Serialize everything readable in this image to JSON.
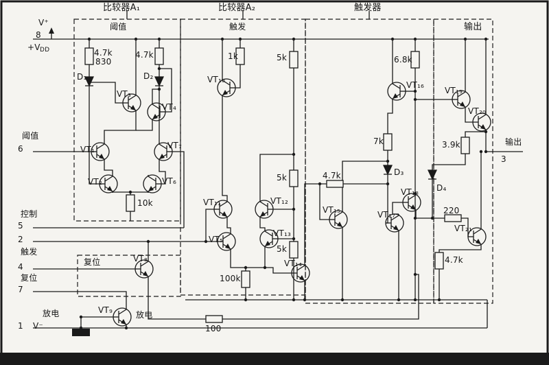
{
  "sections": {
    "a1_title": "比较器A₁",
    "a2_title": "比较器A₂",
    "ff_title": "触发器",
    "out_title": "输出",
    "a1_sub": "阈值",
    "a2_sub": "触发",
    "reset_sub": "复位"
  },
  "pins": {
    "vplus": "V⁺",
    "p8": "8",
    "vdd_v": "+V",
    "vdd_dd": "DD",
    "threshold": "阈值",
    "p6": "6",
    "control": "控制",
    "p5": "5",
    "p2": "2",
    "trigger": "触发",
    "p4": "4",
    "reset": "复位",
    "p7": "7",
    "discharge": "放电",
    "p1": "1",
    "vminus": "V⁻",
    "output": "输出",
    "p3": "3",
    "discharge_inner": "放电"
  },
  "resistors": {
    "r_4k7_a": "4.7k",
    "r_830": "830",
    "r_4k7_b": "4.7k",
    "r_1k": "1k",
    "r_5k_top": "5k",
    "r_6k8": "6.8k",
    "r_7k": "7k",
    "r_5k_mid": "5k",
    "r_4k7_mid": "4.7k",
    "r_10k": "10k",
    "r_5k_bot": "5k",
    "r_100k": "100k",
    "r_100": "100",
    "r_3k9": "3.9k",
    "r_220": "220",
    "r_4k7_out": "4.7k"
  },
  "diodes": {
    "d1": "D₁",
    "d2": "D₂",
    "d3": "D₃",
    "d4": "D₄"
  },
  "transistors": {
    "vt1": "VT₁",
    "vt2": "VT₂",
    "vt3": "VT₃",
    "vt4": "VT₄",
    "vt5": "VT₅",
    "vt6": "VT₆",
    "vt7": "VT₇",
    "vt8": "VT₈",
    "vt9": "VT₉",
    "vt10": "VT₁₀",
    "vt11": "VT₁₁",
    "vt12": "VT₁₂",
    "vt13": "VT₁₃",
    "vt14": "VT₁₄",
    "vt15": "VT₁₅",
    "vt16": "VT₁₆",
    "vt17": "VT₁₇",
    "vt18": "VT₁₈",
    "vt19": "VT₁₉",
    "vt20": "VT₂₀",
    "vt21": "VT₂₁"
  }
}
